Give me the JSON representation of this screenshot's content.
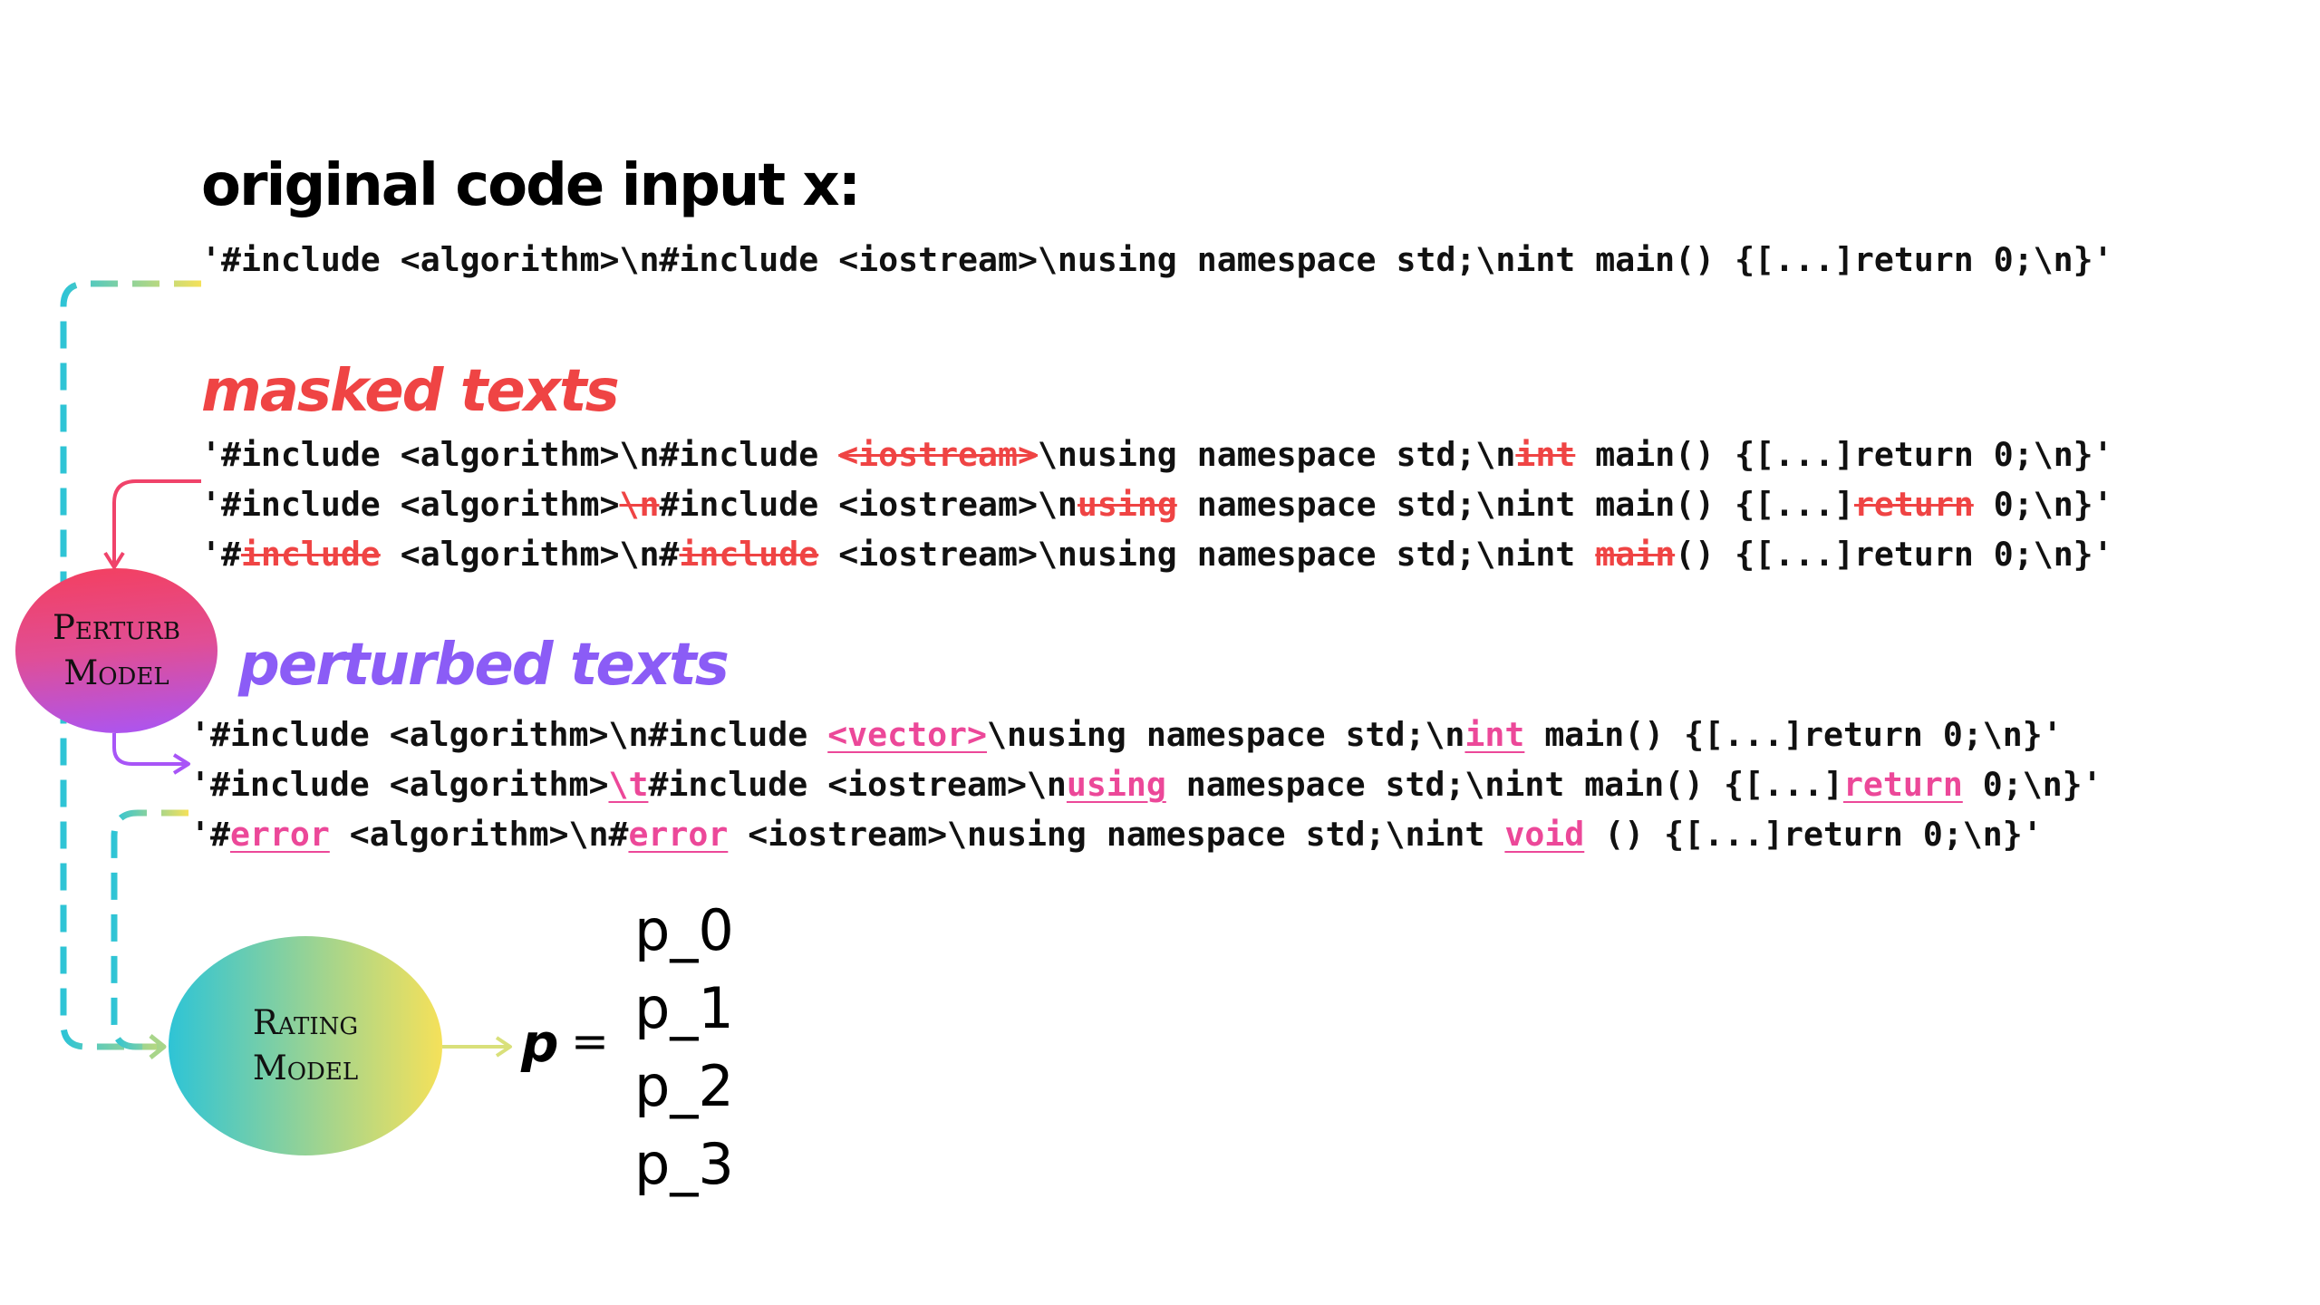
{
  "headings": {
    "original": "original code input x:",
    "masked": "masked texts",
    "perturbed": "perturbed texts"
  },
  "original_code": "'#include <algorithm>\\n#include <iostream>\\nusing namespace std;\\nint main() {[...]return 0;\\n}'",
  "masked_lines": [
    [
      {
        "t": "'#include <algorithm>\\n#include ",
        "s": "plain"
      },
      {
        "t": "<iostream>",
        "s": "masked"
      },
      {
        "t": "\\nusing namespace std;\\n",
        "s": "plain"
      },
      {
        "t": "int",
        "s": "masked"
      },
      {
        "t": " main() {[...]return 0;\\n}'",
        "s": "plain"
      }
    ],
    [
      {
        "t": "'#include <algorithm>",
        "s": "plain"
      },
      {
        "t": "\\n",
        "s": "masked"
      },
      {
        "t": "#include <iostream>\\n",
        "s": "plain"
      },
      {
        "t": "using",
        "s": "masked"
      },
      {
        "t": " namespace std;\\nint main() {[...]",
        "s": "plain"
      },
      {
        "t": "return",
        "s": "masked"
      },
      {
        "t": " 0;\\n}'",
        "s": "plain"
      }
    ],
    [
      {
        "t": "'#",
        "s": "plain"
      },
      {
        "t": "include",
        "s": "masked"
      },
      {
        "t": " <algorithm>\\n#",
        "s": "plain"
      },
      {
        "t": "include",
        "s": "masked"
      },
      {
        "t": " <iostream>\\nusing namespace std;\\nint ",
        "s": "plain"
      },
      {
        "t": "main",
        "s": "masked"
      },
      {
        "t": "() {[...]return 0;\\n}'",
        "s": "plain"
      }
    ]
  ],
  "perturbed_lines": [
    [
      {
        "t": "'#include <algorithm>\\n#include ",
        "s": "plain"
      },
      {
        "t": "<vector>",
        "s": "perturbed"
      },
      {
        "t": "\\nusing namespace std;\\n",
        "s": "plain"
      },
      {
        "t": "int",
        "s": "perturbed"
      },
      {
        "t": " main() {[...]return 0;\\n}'",
        "s": "plain"
      }
    ],
    [
      {
        "t": "'#include <algorithm>",
        "s": "plain"
      },
      {
        "t": "\\t",
        "s": "perturbed"
      },
      {
        "t": "#include <iostream>\\n",
        "s": "plain"
      },
      {
        "t": "using",
        "s": "perturbed"
      },
      {
        "t": " namespace std;\\nint main() {[...]",
        "s": "plain"
      },
      {
        "t": "return",
        "s": "perturbed"
      },
      {
        "t": " 0;\\n}'",
        "s": "plain"
      }
    ],
    [
      {
        "t": "'#",
        "s": "plain"
      },
      {
        "t": "error",
        "s": "perturbed"
      },
      {
        "t": " <algorithm>\\n#",
        "s": "plain"
      },
      {
        "t": "error",
        "s": "perturbed"
      },
      {
        "t": " <iostream>\\nusing namespace std;\\nint ",
        "s": "plain"
      },
      {
        "t": "void",
        "s": "perturbed"
      },
      {
        "t": " () {[...]return 0;\\n}'",
        "s": "plain"
      }
    ]
  ],
  "nodes": {
    "perturb": [
      "Perturb",
      "Model"
    ],
    "rating": [
      "Rating",
      "Model"
    ]
  },
  "output": {
    "symbol": "p",
    "equals": "=",
    "probabilities": [
      "p_0",
      "p_1",
      "p_2",
      "p_3"
    ]
  },
  "colors": {
    "masked": "#ef4444",
    "perturbed_text": "#ec4899",
    "perturbed_heading": "#8b5cf6",
    "connector_teal": "#2ec4d6",
    "connector_yellow": "#f5e15a",
    "perturb_arrow_red": "#f0436a",
    "perturb_arrow_purple": "#a855f7"
  }
}
